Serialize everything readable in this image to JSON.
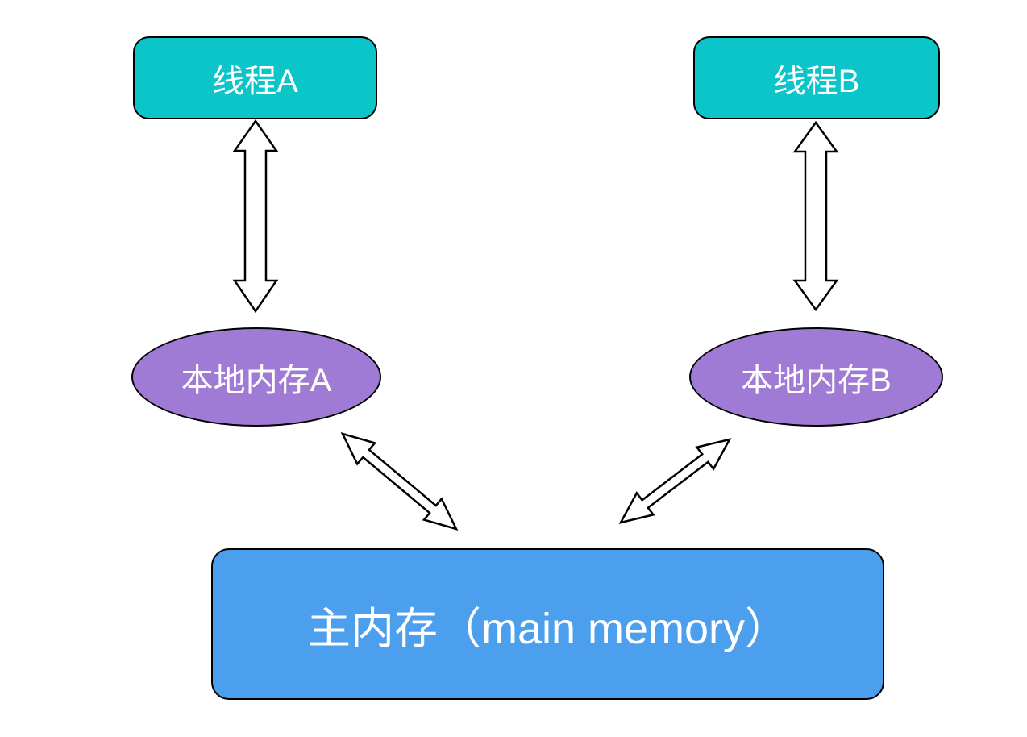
{
  "diagram": {
    "type": "memory-model-diagram",
    "nodes": {
      "thread_a": {
        "label": "线程A",
        "shape": "rounded-rect"
      },
      "thread_b": {
        "label": "线程B",
        "shape": "rounded-rect"
      },
      "local_memory_a": {
        "label": "本地内存A",
        "shape": "ellipse"
      },
      "local_memory_b": {
        "label": "本地内存B",
        "shape": "ellipse"
      },
      "main_memory": {
        "label": "主内存（main memory）",
        "shape": "rounded-rect"
      }
    },
    "edges": [
      {
        "from": "thread_a",
        "to": "local_memory_a",
        "style": "double-headed-block-arrow",
        "orientation": "vertical"
      },
      {
        "from": "thread_b",
        "to": "local_memory_b",
        "style": "double-headed-block-arrow",
        "orientation": "vertical"
      },
      {
        "from": "local_memory_a",
        "to": "main_memory",
        "style": "double-headed-block-arrow",
        "orientation": "diagonal"
      },
      {
        "from": "local_memory_b",
        "to": "main_memory",
        "style": "double-headed-block-arrow",
        "orientation": "diagonal"
      }
    ],
    "colors": {
      "thread_fill": "#0bc5c9",
      "local_memory_fill": "#a07bd5",
      "main_memory_fill": "#4b9fec",
      "outline": "#000000",
      "label_text": "#ffffff",
      "arrow_fill": "#ffffff",
      "background": "#ffffff"
    }
  }
}
